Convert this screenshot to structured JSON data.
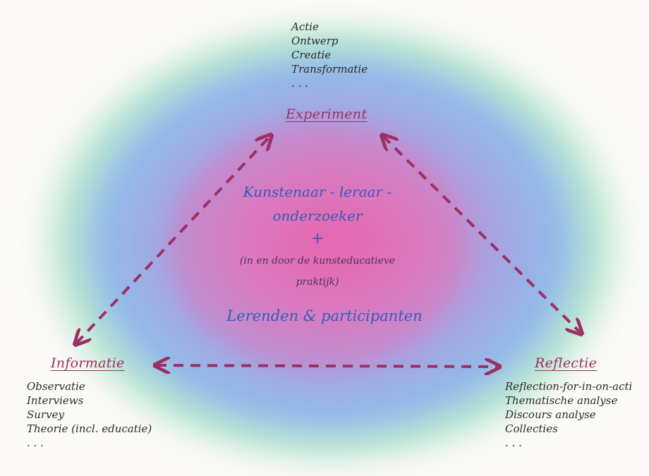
{
  "top": {
    "list": [
      "Actie",
      "Ontwerp",
      "Creatie",
      "Transformatie",
      ". . ."
    ],
    "title": "Experiment"
  },
  "left": {
    "title": "Informatie",
    "list": [
      "Observatie",
      "Interviews",
      "Survey",
      "Theorie (incl. educatie)",
      ". . ."
    ]
  },
  "right": {
    "title": "Reflectie",
    "list": [
      "Reflection-for-in-on-acti",
      "Thematische analyse",
      "Discours analyse",
      "Collecties",
      ". . ."
    ]
  },
  "center": {
    "line1": "Kunstenaar - leraar -",
    "line2": "onderzoeker",
    "plus": "+",
    "line3": "(in en door de kunsteducatieve",
    "line4": "praktijk)",
    "line5": "Lerenden & participanten"
  },
  "colors": {
    "arrow": "#9c2f63",
    "wash_outer": "#8fd9b4",
    "wash_mid": "#7aa8e8",
    "wash_inner": "#e05aa8"
  }
}
